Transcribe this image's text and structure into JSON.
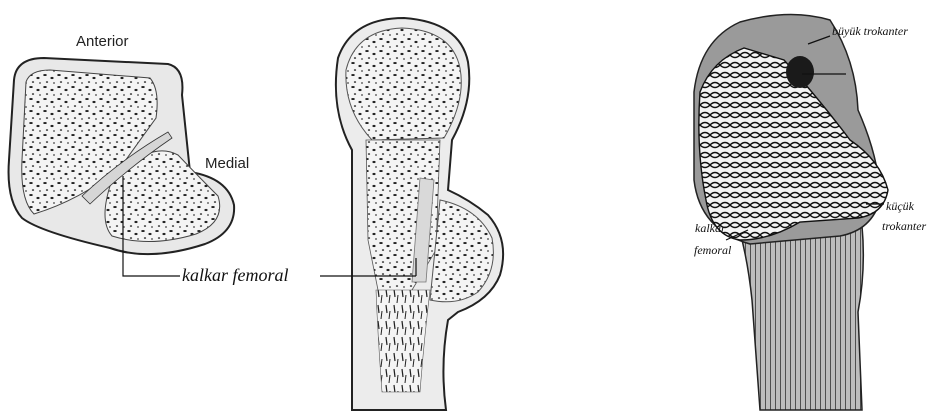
{
  "left_figure": {
    "label_anterior": "Anterior",
    "label_medial": "Medial",
    "label_calcar": "kalkar femoral"
  },
  "right_figure": {
    "label_greater_trochanter": "büyük trokanter",
    "label_lesser_trochanter_line1": "küçük",
    "label_lesser_trochanter_line2": "trokanter",
    "label_calcar_line1": "kalkar",
    "label_calcar_line2": "femoral"
  },
  "colors": {
    "bone_fill": "#f2f2f2",
    "cortex_fill": "#e6e6e6",
    "outline": "#222222",
    "specimen_dark": "#2a2a2a",
    "specimen_mid": "#8a8a8a"
  }
}
